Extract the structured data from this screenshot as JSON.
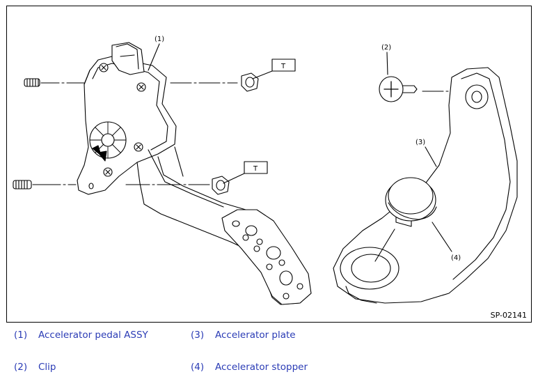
{
  "figure": {
    "code": "SP-02141",
    "callouts": {
      "c1": "(1)",
      "c2": "(2)",
      "c3": "(3)",
      "c4": "(4)"
    },
    "torque_tags": [
      "T",
      "T"
    ]
  },
  "legend": [
    {
      "num": "(1)",
      "text": "Accelerator pedal ASSY"
    },
    {
      "num": "(3)",
      "text": "Accelerator plate"
    },
    {
      "num": "(2)",
      "text": "Clip"
    },
    {
      "num": "(4)",
      "text": "Accelerator stopper"
    }
  ],
  "colors": {
    "legend_text": "#2a3bb5",
    "line": "#000000"
  }
}
